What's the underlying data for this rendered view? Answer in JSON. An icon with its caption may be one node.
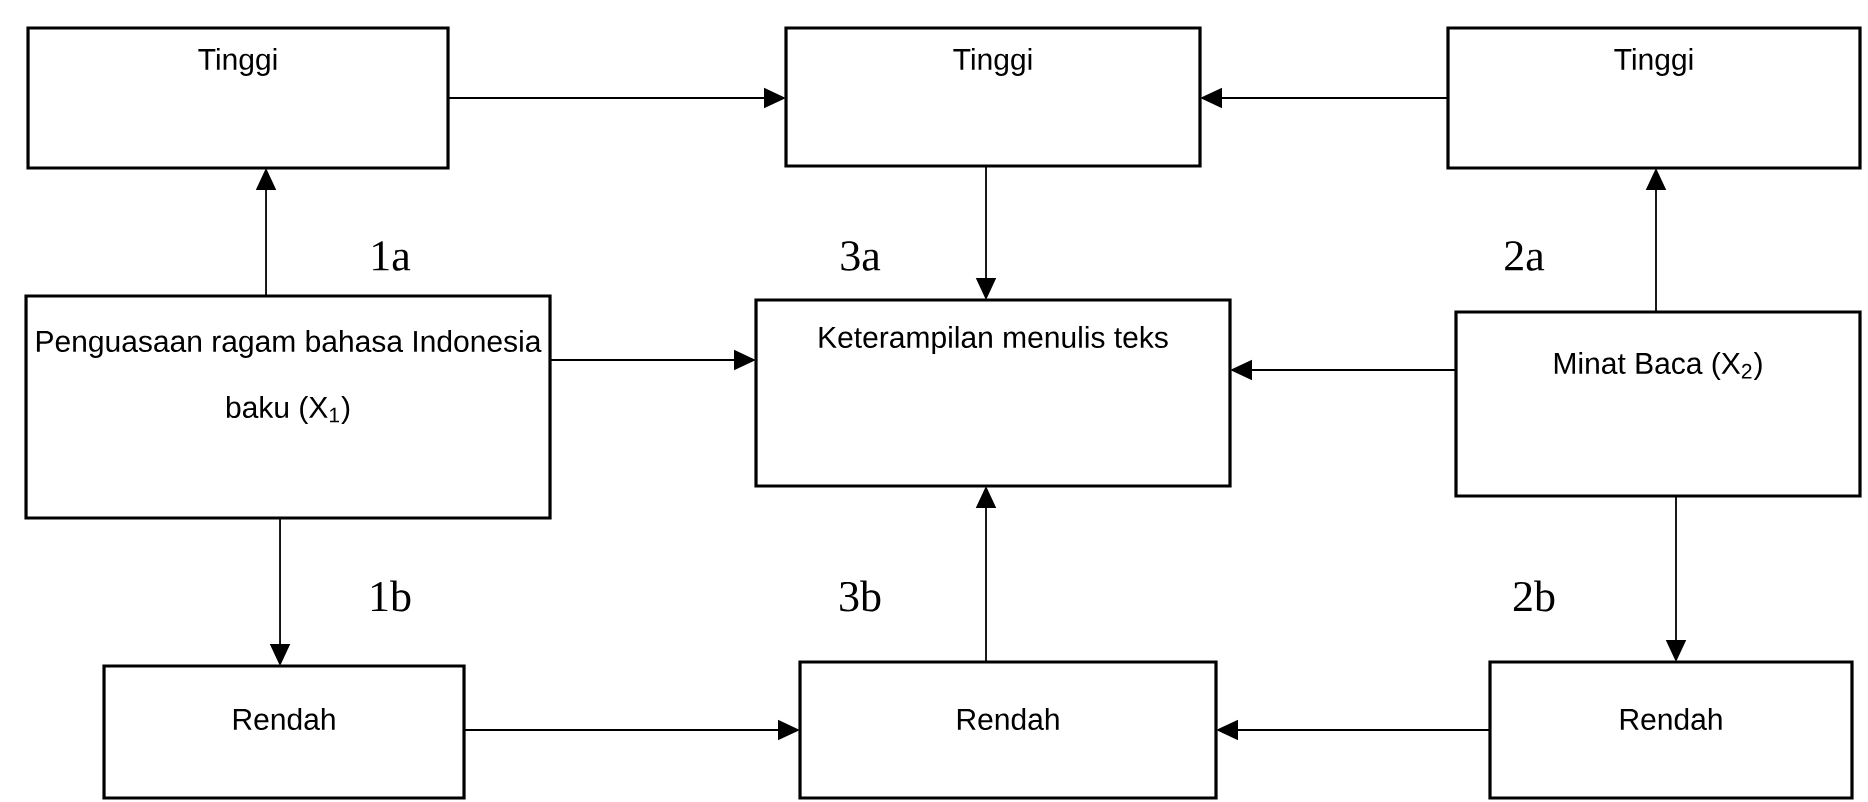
{
  "diagram": {
    "nodes": [
      {
        "text": [
          "Tinggi"
        ]
      },
      {
        "text": [
          "Tinggi"
        ]
      },
      {
        "text": [
          "Tinggi"
        ]
      },
      {
        "text": [
          "Penguasaan ragam bahasa Indonesia baku (X$_{1}$)"
        ]
      },
      {
        "text": [
          "Keterampilan menulis teks"
        ]
      },
      {
        "text": [
          "Minat Baca (X$_{2}$)"
        ]
      },
      {
        "text": [
          "Rendah"
        ]
      },
      {
        "text": [
          "Rendah"
        ]
      },
      {
        "text": [
          "Rendah"
        ]
      }
    ],
    "edges": [
      {
        "from": 3,
        "to": 0,
        "arrow": "to"
      },
      {
        "from": 0,
        "to": 1,
        "arrow": "to"
      },
      {
        "from": 2,
        "to": 1,
        "arrow": "to"
      },
      {
        "from": 1,
        "to": 4,
        "arrow": "to"
      },
      {
        "from": 3,
        "to": 4,
        "arrow": "to"
      },
      {
        "from": 5,
        "to": 4,
        "arrow": "to"
      },
      {
        "from": 5,
        "to": 2,
        "arrow": "to"
      },
      {
        "from": 3,
        "to": 6,
        "arrow": "to"
      },
      {
        "from": 5,
        "to": 8,
        "arrow": "to"
      },
      {
        "from": 6,
        "to": 7,
        "arrow": "to"
      },
      {
        "from": 8,
        "to": 7,
        "arrow": "to"
      },
      {
        "from": 7,
        "to": 4,
        "arrow": "to"
      }
    ],
    "labels": [
      "1a",
      "3a",
      "2a",
      "1b",
      "3b",
      "2b"
    ]
  }
}
